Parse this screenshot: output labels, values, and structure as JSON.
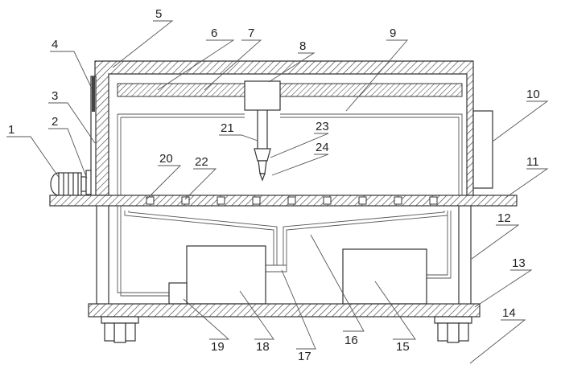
{
  "diagram": {
    "labels": [
      "1",
      "2",
      "3",
      "4",
      "5",
      "6",
      "7",
      "8",
      "9",
      "10",
      "11",
      "12",
      "13",
      "14",
      "15",
      "16",
      "17",
      "18",
      "19",
      "20",
      "21",
      "22",
      "23",
      "24"
    ]
  }
}
